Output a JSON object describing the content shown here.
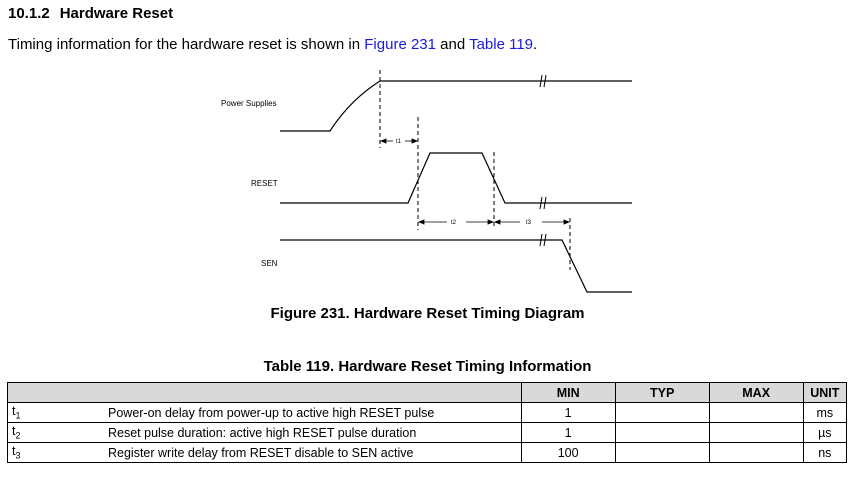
{
  "section": {
    "number": "10.1.2",
    "title": "Hardware Reset",
    "intro_prefix": "Timing information for the hardware reset is shown in ",
    "link_figure": "Figure 231",
    "intro_mid": " and ",
    "link_table": "Table 119",
    "intro_suffix": "."
  },
  "diagram": {
    "signals": [
      "Power Supplies",
      "RESET",
      "SEN"
    ],
    "timing_labels": [
      "t1",
      "t2",
      "t3"
    ],
    "caption": "Figure 231.  Hardware Reset Timing Diagram"
  },
  "table": {
    "caption": "Table 119. Hardware Reset Timing Information",
    "headers": [
      "",
      "",
      "MIN",
      "TYP",
      "MAX",
      "UNIT"
    ],
    "rows": [
      {
        "sym": "t",
        "sub": "1",
        "desc": "Power-on delay from power-up to active high RESET pulse",
        "min": "1",
        "typ": "",
        "max": "",
        "unit": "ms"
      },
      {
        "sym": "t",
        "sub": "2",
        "desc": "Reset pulse duration: active high RESET pulse duration",
        "min": "1",
        "typ": "",
        "max": "",
        "unit": "µs"
      },
      {
        "sym": "t",
        "sub": "3",
        "desc": "Register write delay from RESET disable to SEN active",
        "min": "100",
        "typ": "",
        "max": "",
        "unit": "ns"
      }
    ]
  }
}
